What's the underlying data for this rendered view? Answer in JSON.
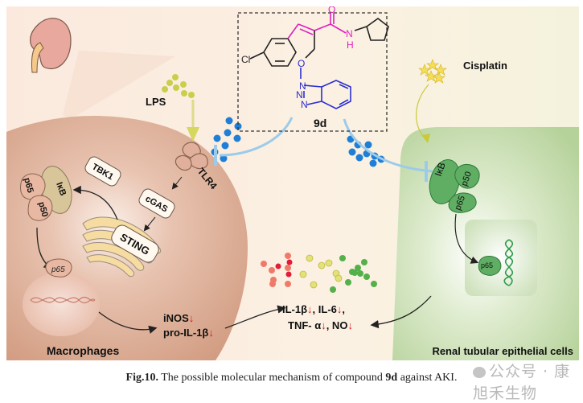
{
  "figure": {
    "labels": {
      "lps": "LPS",
      "tlr4": "TLR4",
      "tbk1": "TBK1",
      "cgas": "cGAS",
      "sting": "STING",
      "ikb_left": "IκB",
      "p65_left": "p65",
      "p50_left": "p50",
      "p65_nucleus_left": "p65",
      "inos": "iNOS",
      "pro_il1b": "pro-IL-1β",
      "macrophages": "Macrophages",
      "cytokines_line1_a": "IL-1β",
      "cytokines_line1_b": ", IL-6",
      "cytokines_line1_c": ",",
      "cytokines_line2_a": "TNF- α",
      "cytokines_line2_b": ", NO",
      "cisplatin": "Cisplatin",
      "ikb_right": "IκB",
      "p50_right": "p50",
      "p65_right": "p65",
      "p65_nucleus_right": "p65",
      "renal_cells": "Renal tubular epithelial cells",
      "down_arrow": "↓"
    },
    "compound": {
      "name": "9d",
      "atoms": {
        "cl": "Cl",
        "o_carbonyl": "O",
        "n_amide": "N",
        "h_amide": "H",
        "o_ether": "O",
        "n1": "N",
        "n2": "N",
        "n3": "N"
      },
      "colors": {
        "magenta": "#e01fbf",
        "blue": "#2a2fd0",
        "black": "#222222"
      }
    },
    "colors": {
      "macrophage": "#d9a58e",
      "renal": "#bcd7a4",
      "background": "#fbeee2",
      "drug_dots": "#1f7fd6",
      "lps_dots": "#c8cf4a",
      "down_arrow": "#e0141e"
    }
  },
  "caption": {
    "prefix": "Fig.10.",
    "text_before": " The possible molecular mechanism of compound ",
    "compound": "9d",
    "text_after": " against AKI."
  },
  "watermark": "公众号 · 康旭禾生物"
}
